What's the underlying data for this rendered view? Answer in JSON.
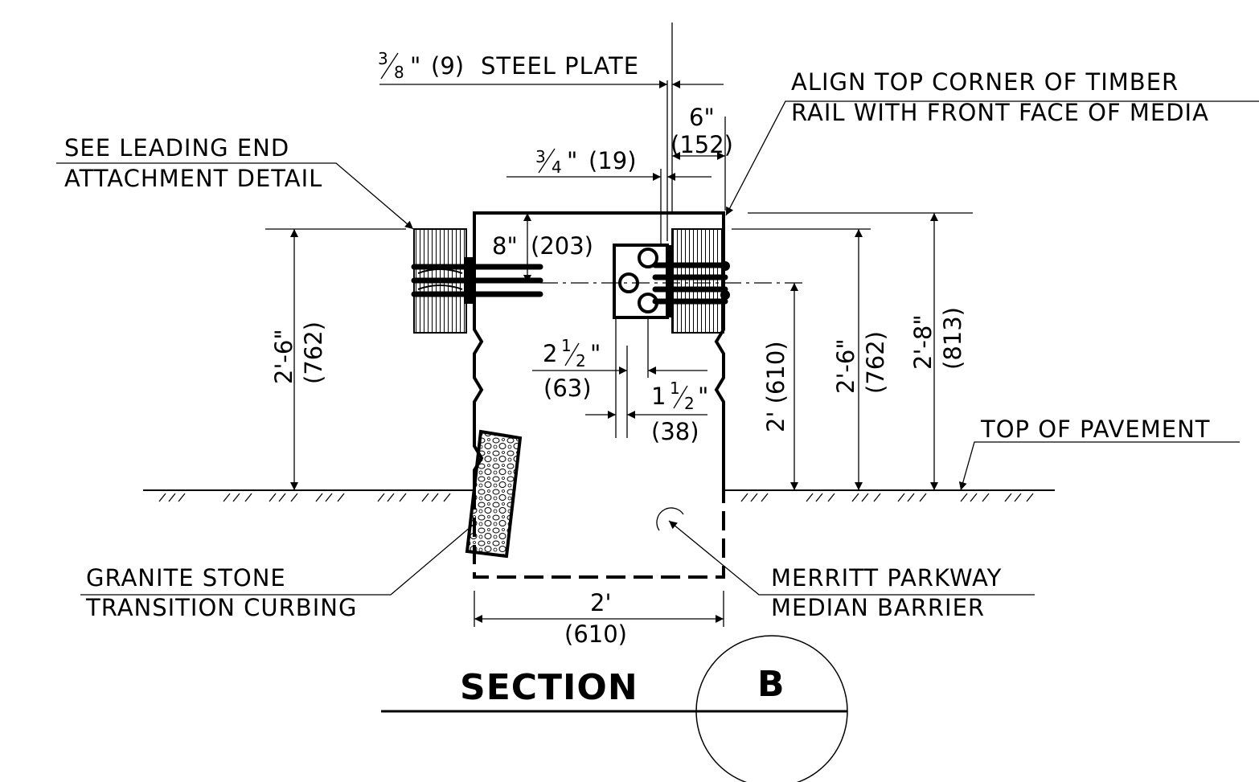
{
  "labels": {
    "steel_plate": "STEEL PLATE",
    "steel_plate_dim": "(9)",
    "align_line1": "ALIGN  TOP  CORNER  OF  TIMBER",
    "align_line2": "RAIL  WITH  FRONT  FACE  OF  MEDIA",
    "leading_line1": "SEE  LEADING  END",
    "leading_line2": "ATTACHMENT  DETAIL",
    "top_pavement": "TOP  OF  PAVEMENT",
    "granite_line1": "GRANITE  STONE",
    "granite_line2": "TRANSITION  CURBING",
    "merritt_line1": "MERRITT  PARKWAY",
    "merritt_line2": "MEDIAN  BARRIER"
  },
  "dimensions": {
    "frac_3_8_num": "3",
    "frac_3_8_den": "8",
    "frac_3_4_num": "3",
    "frac_3_4_den": "4",
    "three_quarter_mm": "(19)",
    "six_in": "6\"",
    "six_mm": "(152)",
    "eight_in": "8\"",
    "eight_mm": "(203)",
    "two_half_whole": "2",
    "two_half_num": "1",
    "two_half_den": "2",
    "two_half_mm": "(63)",
    "one_half_whole": "1",
    "one_half_num": "1",
    "one_half_den": "2",
    "one_half_mm": "(38)",
    "left_height_in": "2'-6\"",
    "left_height_mm": "(762)",
    "two_ft_610": "2' (610)",
    "right_height_in": "2'-6\"",
    "right_height_mm": "(762)",
    "total_height_in": "2'-8\"",
    "total_height_mm": "(813)",
    "width_ft": "2'",
    "width_mm": "(610)"
  },
  "title": {
    "section_word": "SECTION",
    "section_letter": "B"
  }
}
